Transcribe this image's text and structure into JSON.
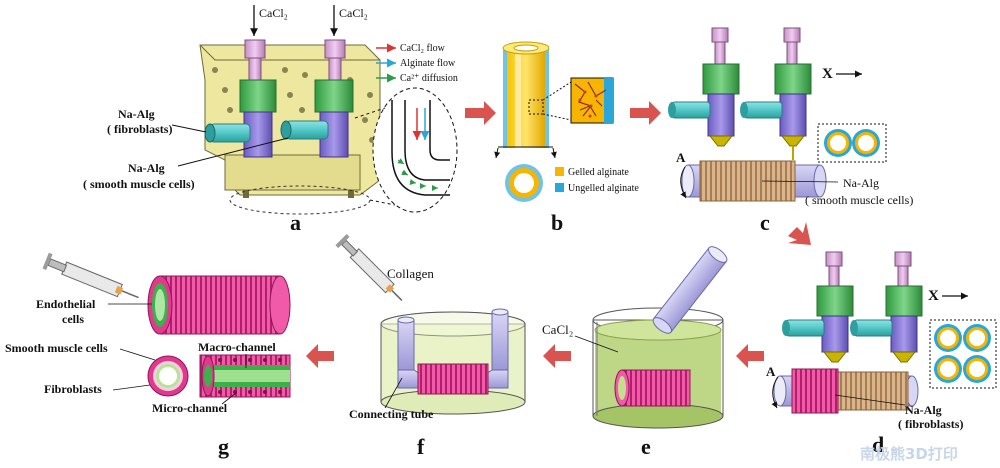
{
  "panels": {
    "a": {
      "label": "a",
      "inlet_left": "CaCl₂",
      "inlet_right": "CaCl₂",
      "naalg_fibro_line1": "Na-Alg",
      "naalg_fibro_line2": "( fibroblasts)",
      "naalg_smc_line1": "Na-Alg",
      "naalg_smc_line2": "( smooth muscle cells)",
      "legend": {
        "cacl2_flow": "CaCl₂ flow",
        "alginate_flow": "Alginate flow",
        "ca_diffusion": "Ca²⁺ diffusion"
      }
    },
    "b": {
      "label": "b",
      "legend_gelled": "Gelled alginate",
      "legend_ungelled": "Ungelled alginate"
    },
    "c": {
      "label": "c",
      "axis_x": "X",
      "axis_a": "A",
      "naalg_line1": "Na-Alg",
      "naalg_line2": "( smooth muscle cells)"
    },
    "d": {
      "label": "d",
      "axis_x": "X",
      "axis_a": "A",
      "naalg_line1": "Na-Alg",
      "naalg_line2": "( fibroblasts)"
    },
    "e": {
      "label": "e",
      "cacl2": "CaCl₂"
    },
    "f": {
      "label": "f",
      "collagen": "Collagen",
      "connecting_tube": "Connecting tube"
    },
    "g": {
      "label": "g",
      "endothelial_line1": "Endothelial",
      "endothelial_line2": "cells",
      "smooth_muscle": "Smooth muscle cells",
      "fibroblasts": "Fibroblasts",
      "macro_channel": "Macro-channel",
      "micro_channel": "Micro-channel"
    }
  },
  "watermark": "南极熊3D打印",
  "colors": {
    "arrow": "#d9534f",
    "gelled": "#f2b600",
    "ungelled": "#2aa7d8",
    "coil_pink": "#e0398f",
    "coil_tan": "#c8a27a",
    "bath_green": "#b7d37a",
    "needle_green": "#3cb14a",
    "needle_purple": "#7f6fd0",
    "needle_pink": "#d9a6d9",
    "nozzle_cyan": "#52c7c7"
  }
}
